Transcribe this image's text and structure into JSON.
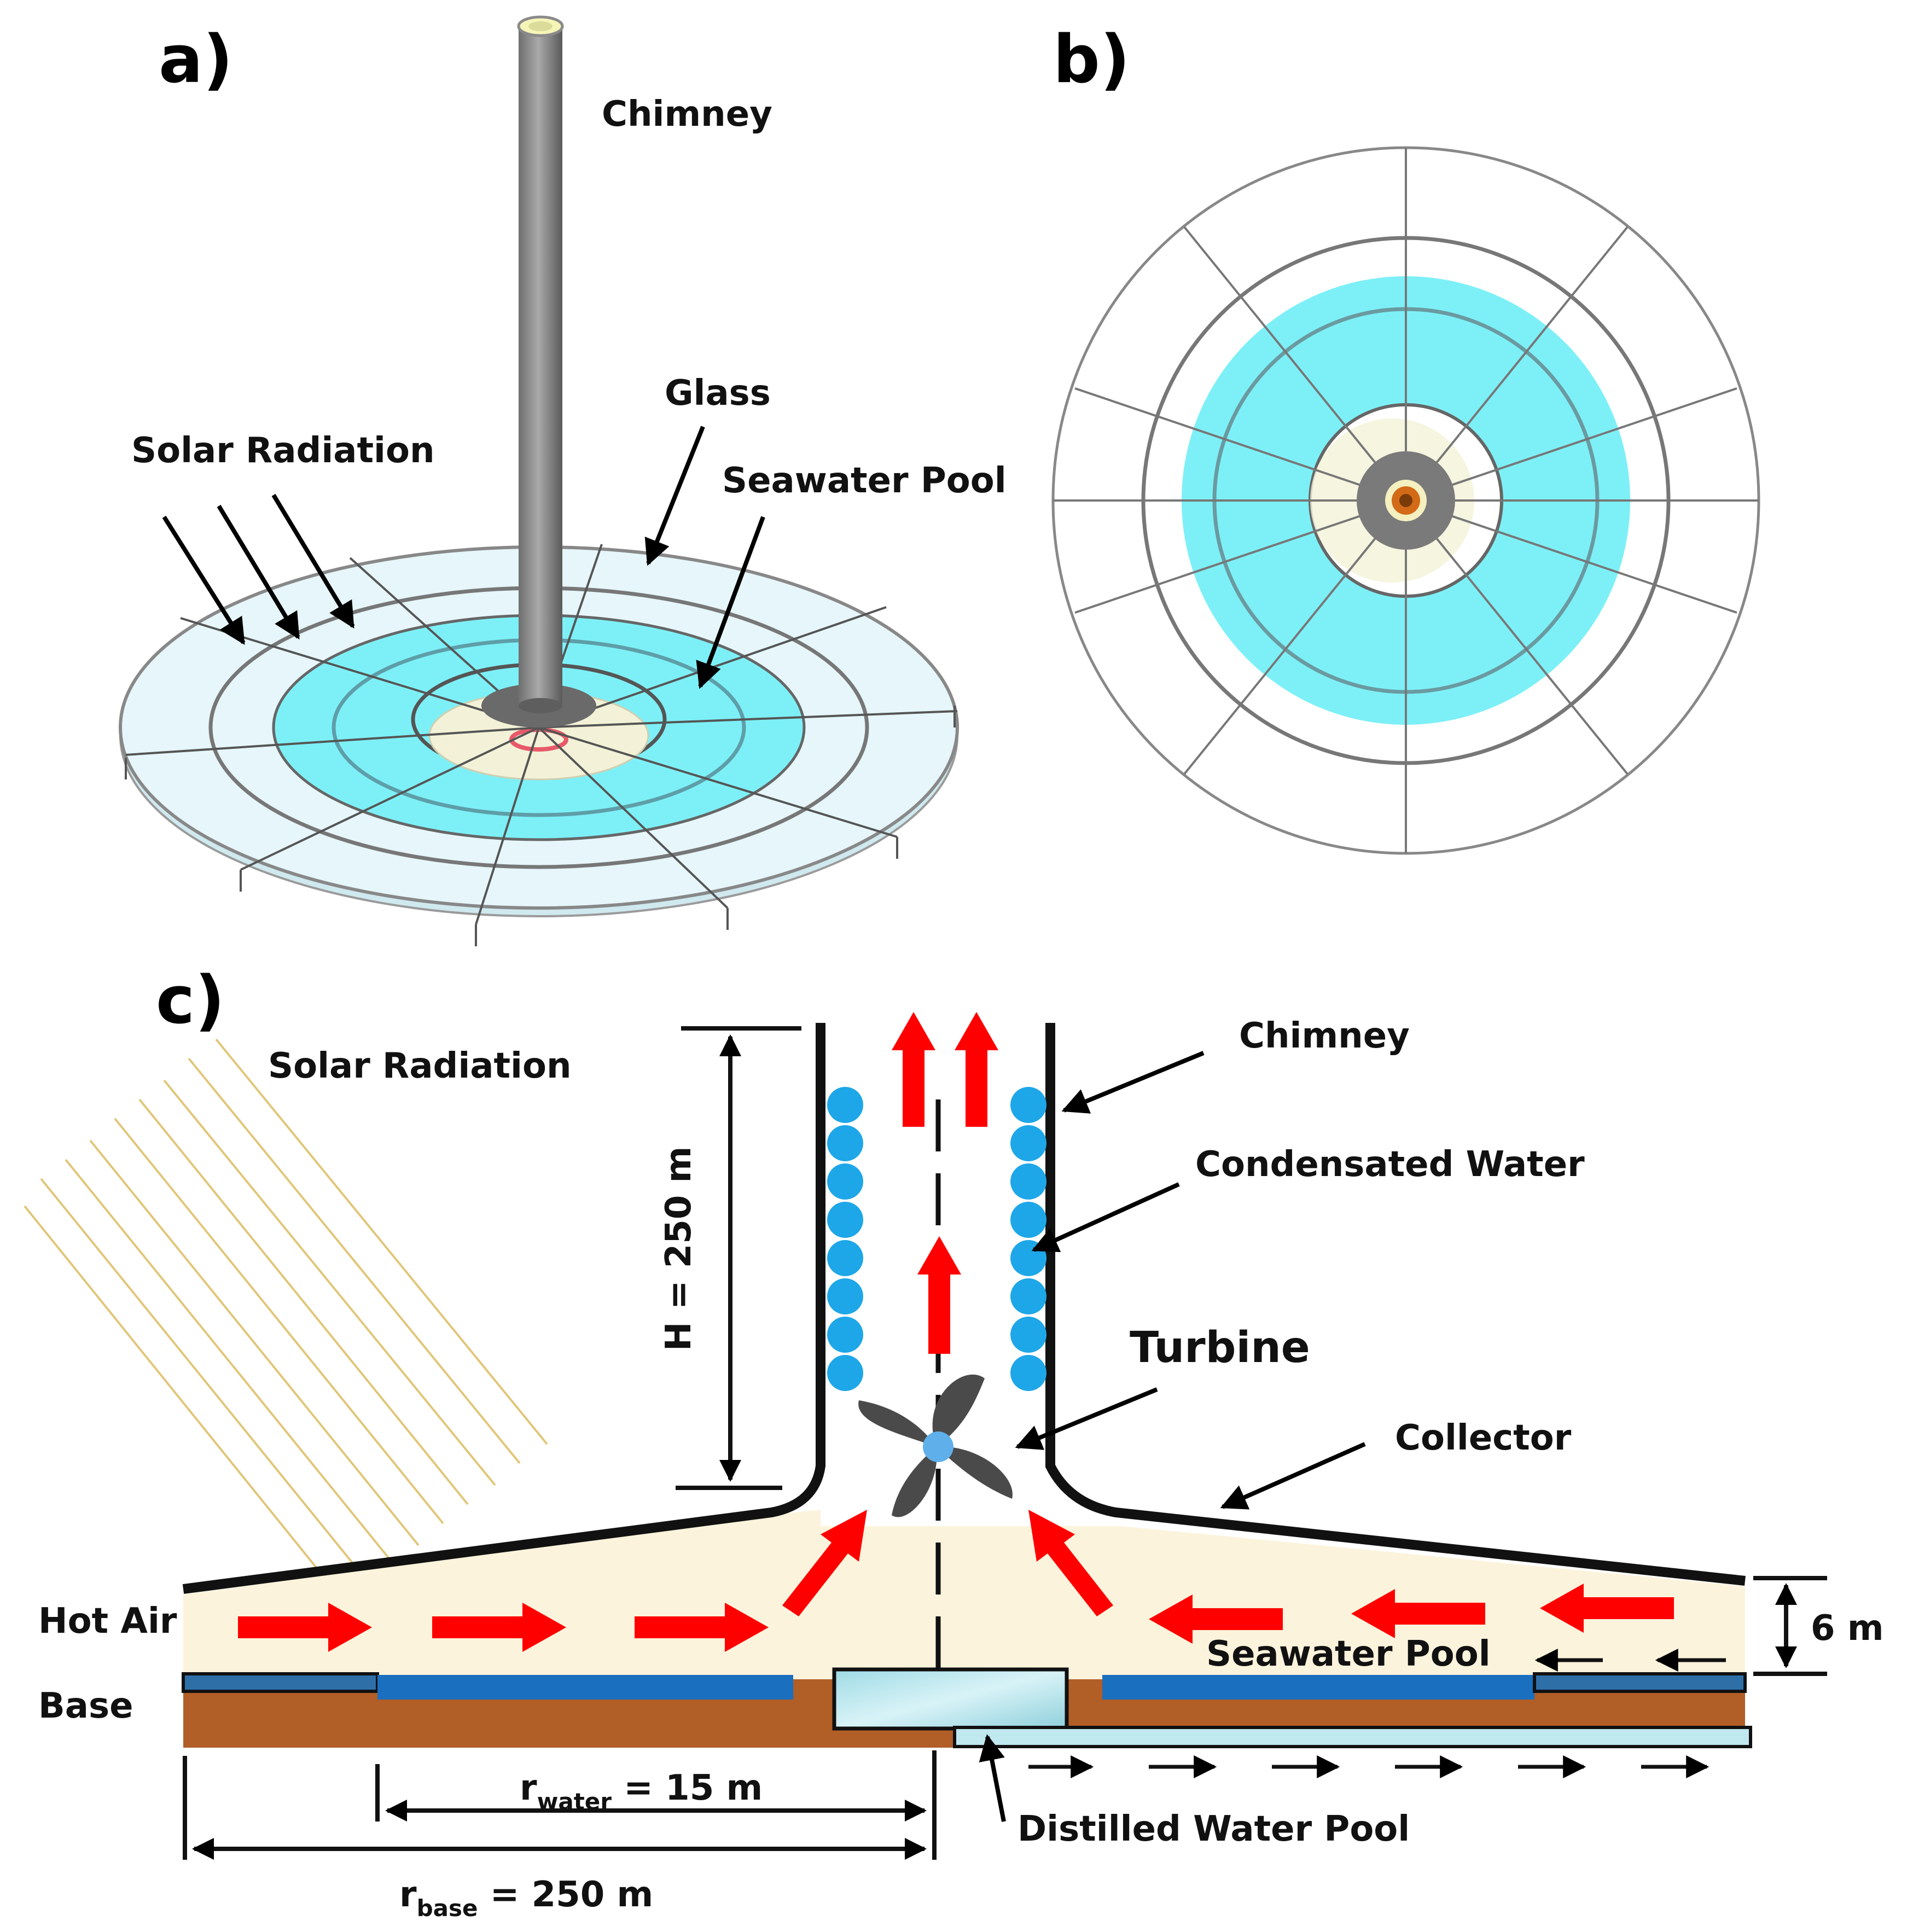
{
  "panels": {
    "a": {
      "label": "a)",
      "chimney": "Chimney",
      "glass": "Glass",
      "solar_radiation": "Solar Radiation",
      "seawater_pool": "Seawater Pool"
    },
    "b": {
      "label": "b)"
    },
    "c": {
      "label": "c)",
      "solar_radiation": "Solar Radiation",
      "chimney": "Chimney",
      "condensated_water": "Condensated Water",
      "turbine": "Turbine",
      "collector": "Collector",
      "hot_air": "Hot Air",
      "base": "Base",
      "seawater_pool": "Seawater Pool",
      "distilled_water_pool": "Distilled Water Pool",
      "height_dim": "H = 250 m",
      "gap_dim": "6 m",
      "r_water_main": "r",
      "r_water_sub": "water",
      "r_water_value": " = 15 m",
      "r_base_main": "r",
      "r_base_sub": "base",
      "r_base_value": " = 250 m"
    }
  },
  "colors": {
    "seawater": "#7df0f7",
    "seawater_pool_dark": "#1a6fbf",
    "hot_air": "#fcf3dc",
    "base_soil": "#b15e27",
    "flow_arrow": "#ff0000",
    "droplet": "#1ea7e8",
    "chimney_grey": "#808080",
    "glass": "#e6f6fa"
  }
}
